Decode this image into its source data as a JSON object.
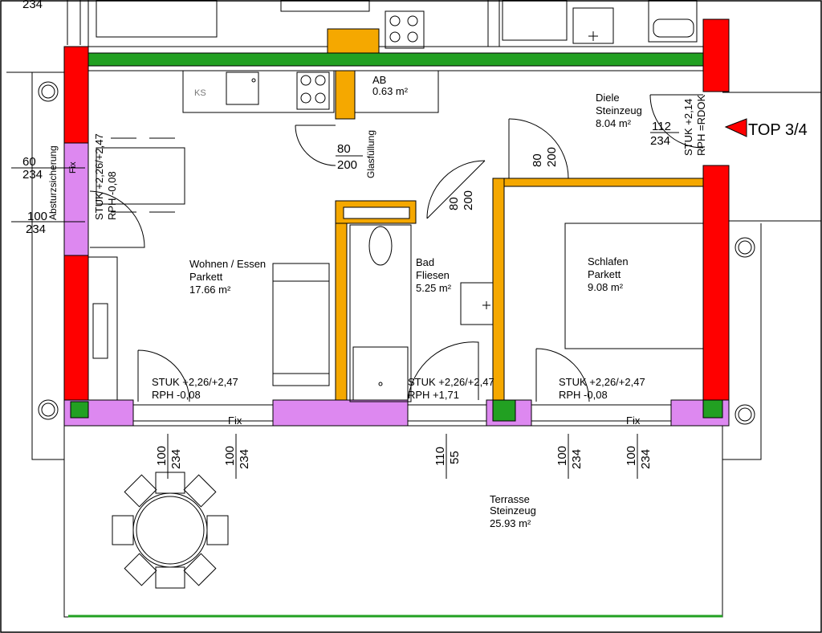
{
  "colors": {
    "wall_load": "#ff0000",
    "wall_partition": "#f5a800",
    "wall_outer": "#dd88f0",
    "beam": "#22a022",
    "line": "#000000"
  },
  "top_left": {
    "dim_a": "234"
  },
  "top_label": "TOP 3/4",
  "rooms": [
    {
      "id": "wohnen",
      "name": "Wohnen / Essen",
      "floor": "Parkett",
      "area": "17.66 m²"
    },
    {
      "id": "bad",
      "name": "Bad",
      "floor": "Fliesen",
      "area": "5.25 m²"
    },
    {
      "id": "schlafen",
      "name": "Schlafen",
      "floor": "Parkett",
      "area": "9.08 m²"
    },
    {
      "id": "diele",
      "name": "Diele",
      "floor": "Steinzeug",
      "area": "8.04 m²"
    },
    {
      "id": "ab",
      "name": "AB",
      "area": "0.63 m²"
    },
    {
      "id": "terrasse",
      "name": "Terrasse",
      "floor": "Steinzeug",
      "area": "25.93 m²"
    }
  ],
  "annotations": {
    "ks": "KS",
    "glasfuellung": "Glasfüllung",
    "absturz": "Absturzsicherung",
    "fix": "Fix",
    "stuk_left": "STUK +2,26/+2,47",
    "rph_left": "RPH   -0,08",
    "stuk_mid": "STUK +2,26/+2,47",
    "rph_mid": "RPH   +1,71",
    "stuk_right": "STUK +2,26/+2,47",
    "rph_right": "RPH   -0,08",
    "stuk_wall": "STUK +2,26/+2,47",
    "rph_wall": "RPH   -0,08",
    "stuk_entry": "STUK +2,14",
    "rph_entry": "RPH =RDOK"
  },
  "door_dims": {
    "d1_w": "80",
    "d1_h": "200",
    "d2_w": "80",
    "d2_h": "200",
    "d3_w": "80",
    "d3_h": "200",
    "entry_w": "112",
    "entry_h": "234"
  },
  "window_dims": {
    "left_1_w": "60",
    "left_1_h": "234",
    "left_2_w": "100",
    "left_2_h": "234",
    "bottom_1_w": "100",
    "bottom_1_h": "234",
    "bottom_2_w": "100",
    "bottom_2_h": "234",
    "bottom_3_w": "110",
    "bottom_3_h": "55",
    "bottom_4_w": "100",
    "bottom_4_h": "234",
    "bottom_5_w": "100",
    "bottom_5_h": "234"
  }
}
